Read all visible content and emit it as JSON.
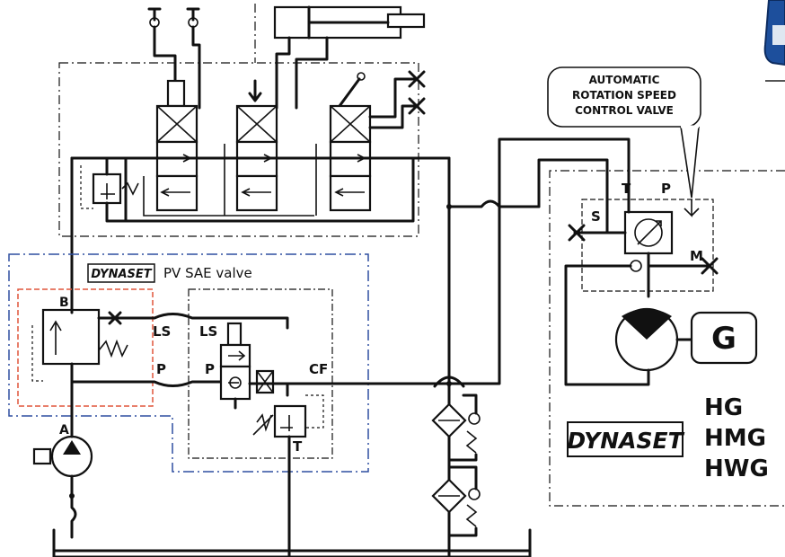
{
  "annotation": {
    "line1": "AUTOMATIC",
    "line2": "ROTATION SPEED",
    "line3": "CONTROL VALVE"
  },
  "valve": {
    "brand": "DYNASET",
    "label": "PV SAE valve"
  },
  "ports": {
    "B": "B",
    "A": "A",
    "LS_left": "LS",
    "LS_right": "LS",
    "P_left": "P",
    "P_right": "P",
    "CF": "CF",
    "T_valve": "T",
    "T_motor": "T",
    "P_motor": "P",
    "S": "S",
    "M": "M"
  },
  "generator": {
    "symbol": "G"
  },
  "product": {
    "brand": "DYNASET",
    "models": [
      "HG",
      "HMG",
      "HWG"
    ]
  },
  "colors": {
    "line": "#111111",
    "blue_boundary": "#2f4fa0",
    "red_boundary": "#e0553a"
  }
}
